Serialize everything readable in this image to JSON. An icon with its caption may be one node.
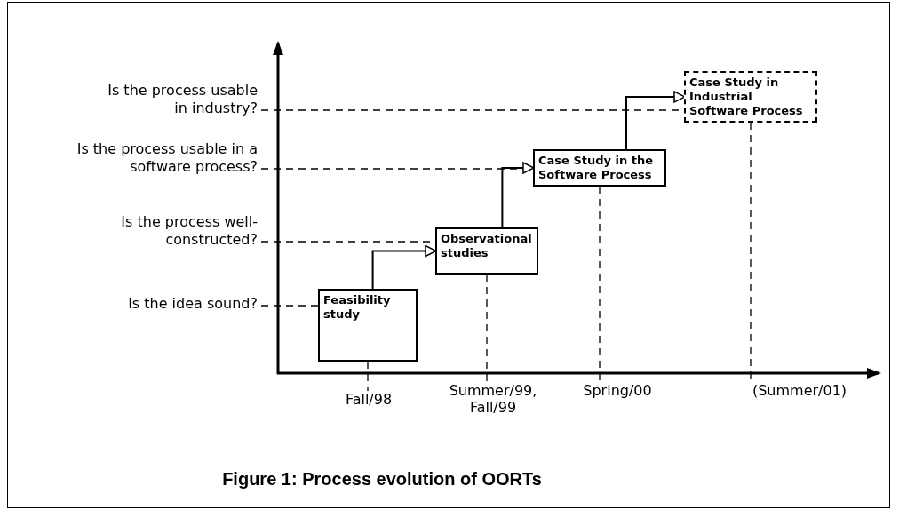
{
  "diagram": {
    "caption": "Figure 1: Process evolution of OORTs",
    "nodes": [
      {
        "text": [
          "Is the process usable in industry?"
        ]
      },
      {
        "text": [
          "Is the process usable in a software process?"
        ]
      },
      {
        "text": [
          "Is the process well-constructed?"
        ]
      },
      {
        "text": [
          "Is the idea sound?"
        ]
      },
      {
        "text": [
          "Feasibility study"
        ]
      },
      {
        "text": [
          "Observational studies"
        ]
      },
      {
        "text": [
          "Case Study in the Software Process"
        ]
      },
      {
        "text": [
          "Case Study in Industrial Software Process"
        ]
      },
      {
        "text": [
          "Fall/98"
        ]
      },
      {
        "text": [
          "Summer/99, Fall/99"
        ]
      },
      {
        "text": [
          "Spring/00"
        ]
      },
      {
        "text": [
          "(Summer/01)"
        ]
      }
    ],
    "edges": [
      {
        "from": 0,
        "to": 7,
        "arrow": "none",
        "style": "dashed"
      },
      {
        "from": 1,
        "to": 6,
        "arrow": "none",
        "style": "dashed"
      },
      {
        "from": 2,
        "to": 5,
        "arrow": "none",
        "style": "dashed"
      },
      {
        "from": 3,
        "to": 4,
        "arrow": "none",
        "style": "dashed"
      },
      {
        "from": 4,
        "to": 5,
        "arrow": "to"
      },
      {
        "from": 5,
        "to": 6,
        "arrow": "to"
      },
      {
        "from": 6,
        "to": 7,
        "arrow": "to"
      },
      {
        "from": 4,
        "to": 8,
        "arrow": "none",
        "style": "dashed"
      },
      {
        "from": 5,
        "to": 9,
        "arrow": "none",
        "style": "dashed"
      },
      {
        "from": 6,
        "to": 10,
        "arrow": "none",
        "style": "dashed"
      },
      {
        "from": 7,
        "to": 11,
        "arrow": "none",
        "style": "dashed"
      }
    ]
  }
}
